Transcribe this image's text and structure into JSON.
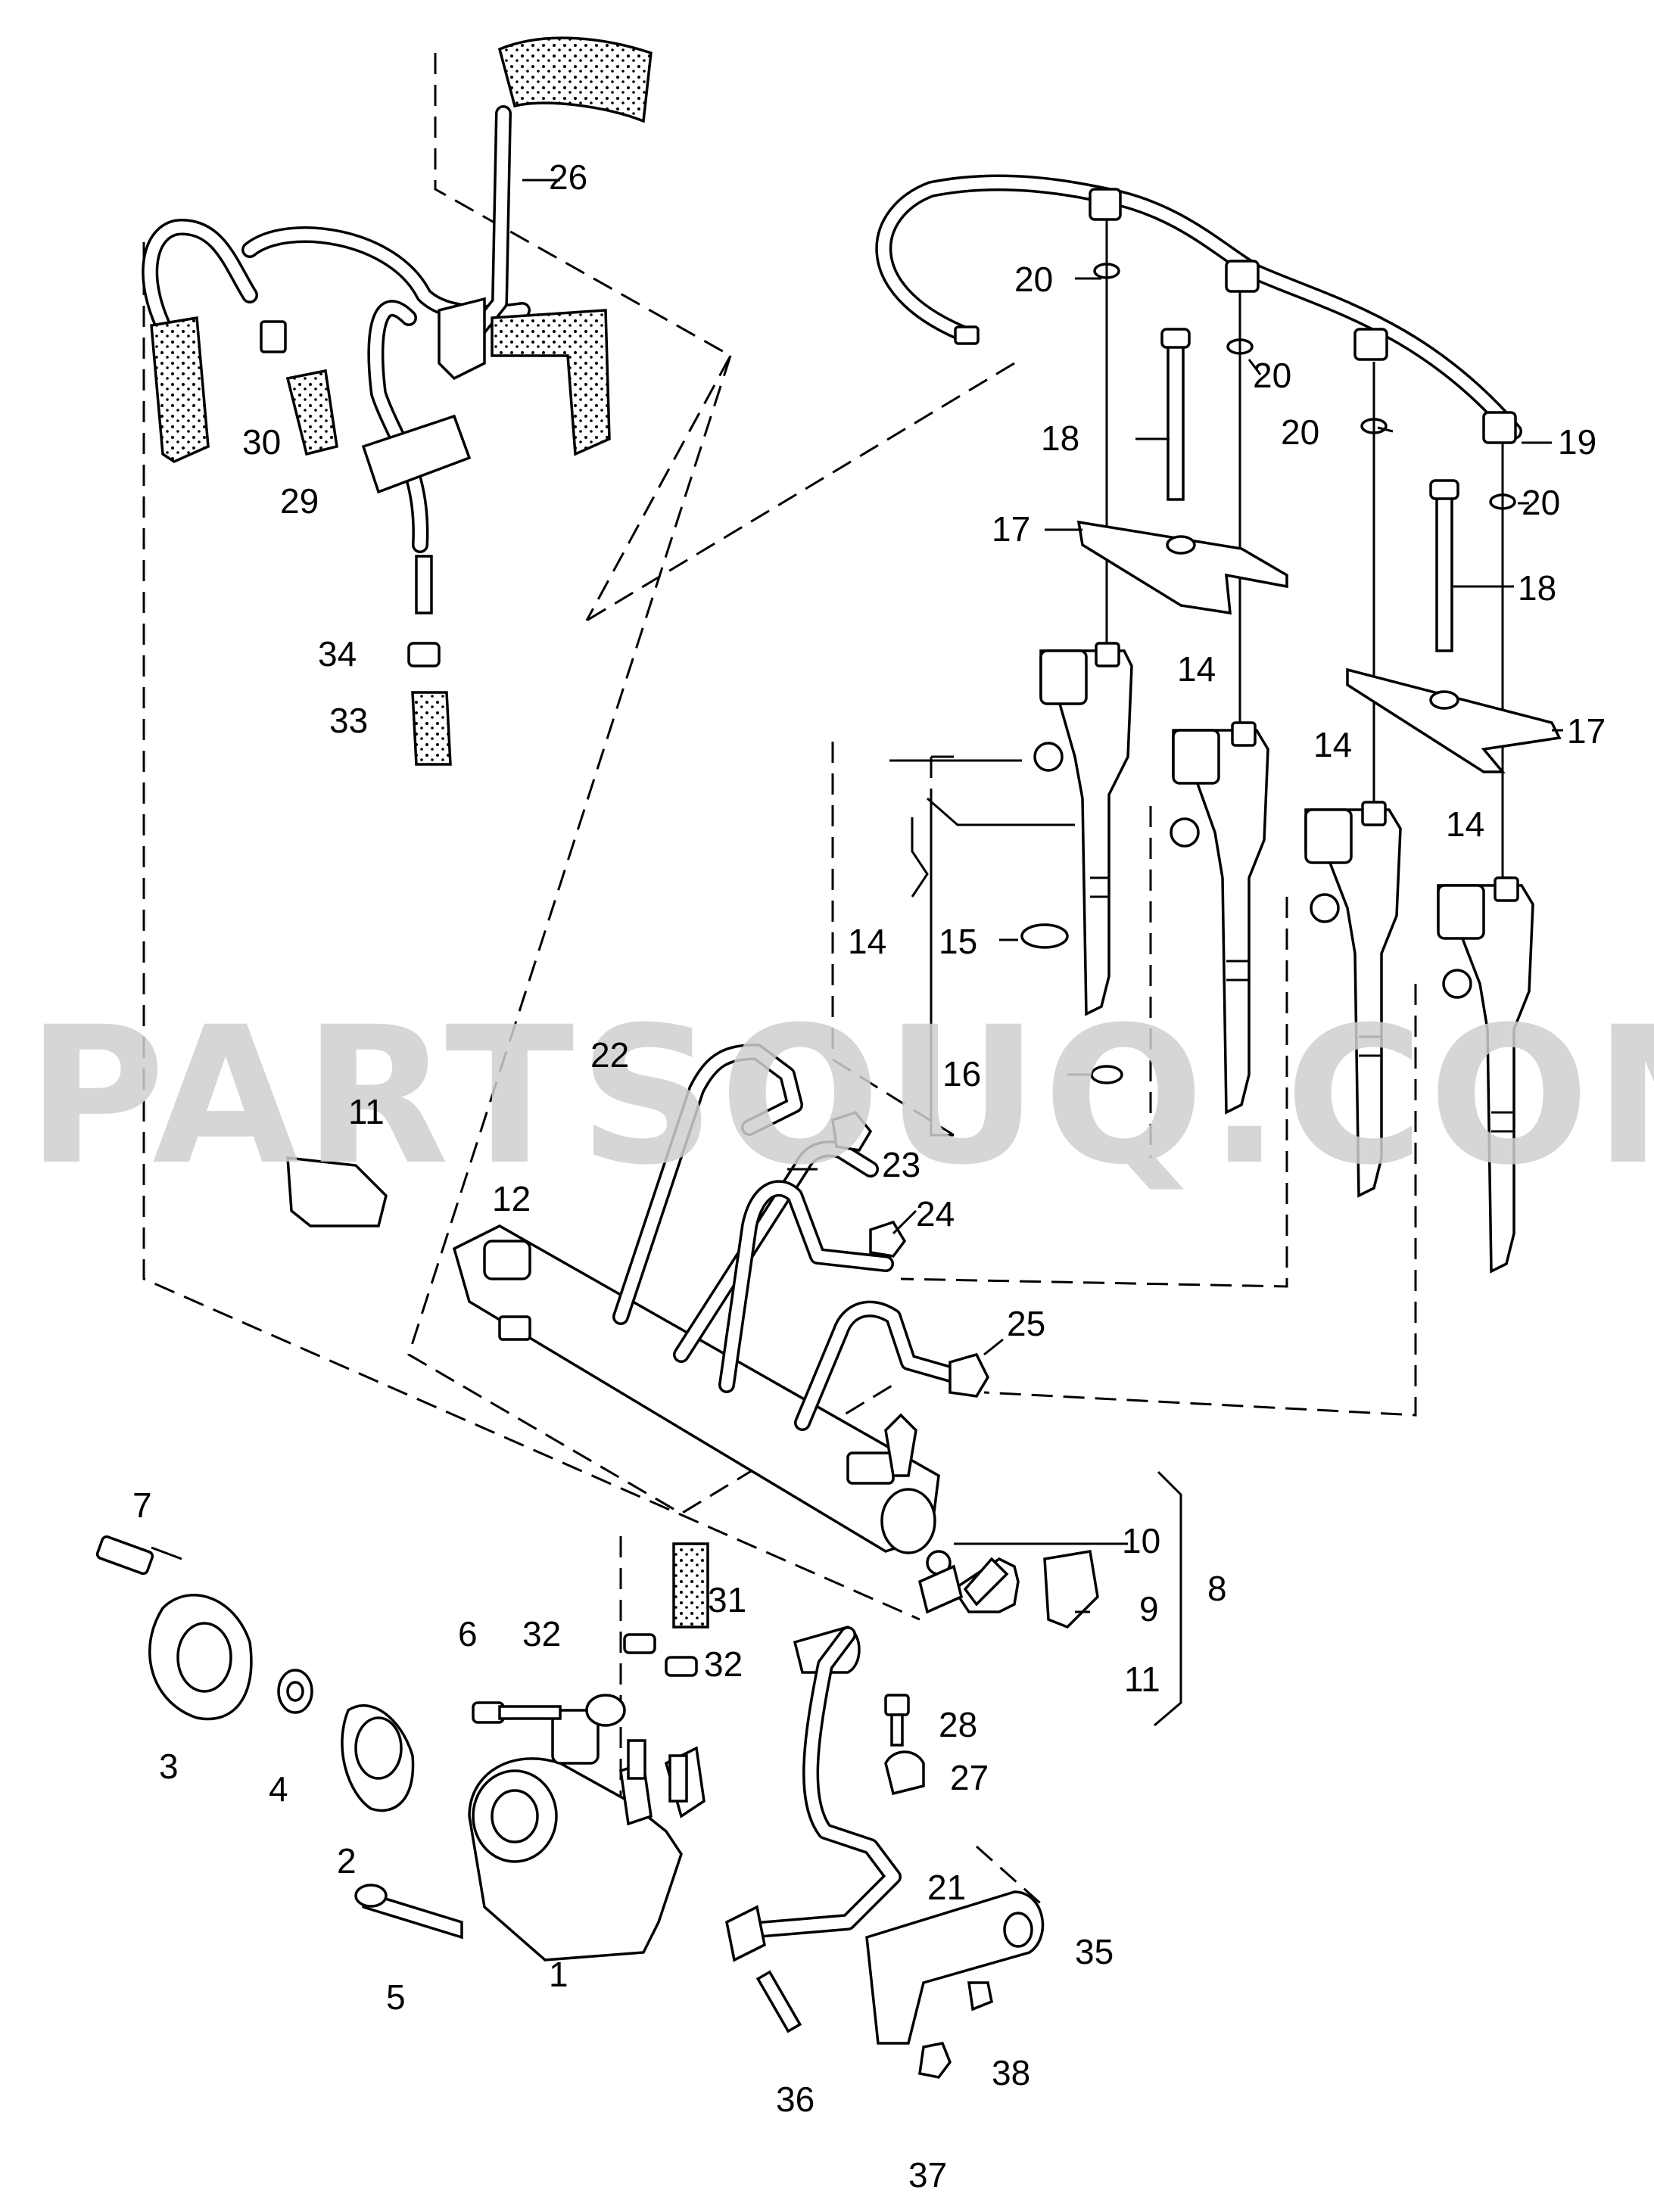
{
  "watermark": "PARTSOUQ.COM",
  "callouts": {
    "c1": "1",
    "c2": "2",
    "c3": "3",
    "c4": "4",
    "c5": "5",
    "c6": "6",
    "c7": "7",
    "c8": "8",
    "c9": "9",
    "c10": "10",
    "c11a": "11",
    "c11b": "11",
    "c12": "12",
    "c14a": "14",
    "c14b": "14",
    "c14c": "14",
    "c14d": "14",
    "c15": "15",
    "c16": "16",
    "c17a": "17",
    "c17b": "17",
    "c18a": "18",
    "c18b": "18",
    "c19": "19",
    "c20a": "20",
    "c20b": "20",
    "c20c": "20",
    "c20d": "20",
    "c21": "21",
    "c22": "22",
    "c23": "23",
    "c24": "24",
    "c25": "25",
    "c26": "26",
    "c27": "27",
    "c28": "28",
    "c29": "29",
    "c30": "30",
    "c31": "31",
    "c32a": "32",
    "c32b": "32",
    "c33": "33",
    "c34": "34",
    "c35": "35",
    "c36": "36",
    "c37": "37",
    "c38": "38"
  }
}
